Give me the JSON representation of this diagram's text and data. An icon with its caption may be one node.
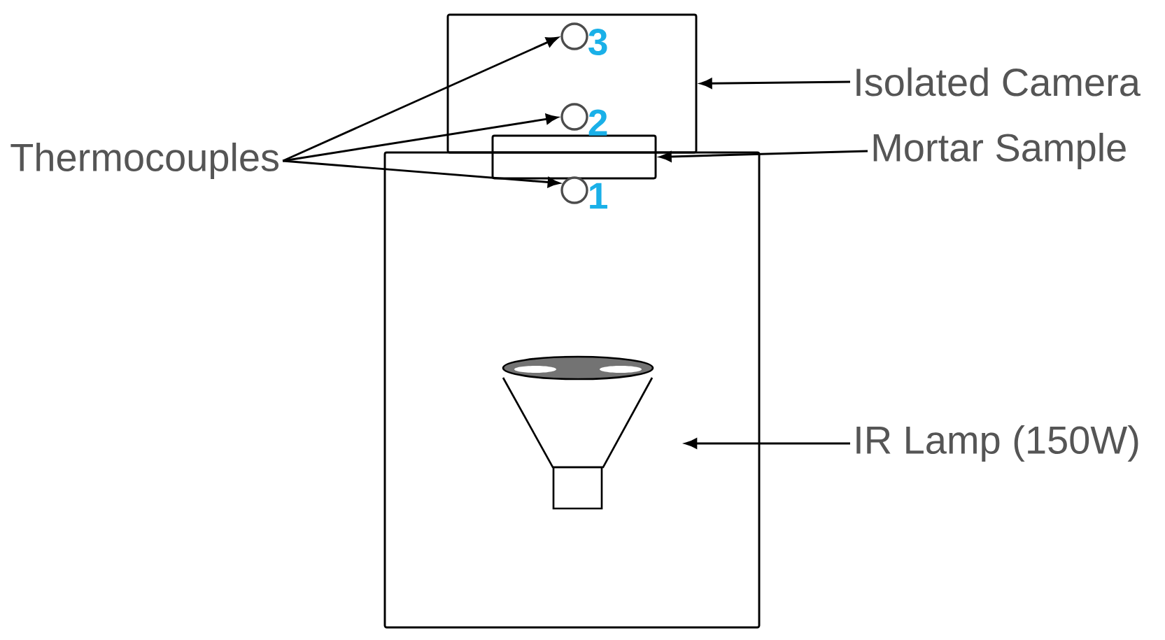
{
  "diagram": {
    "nodes": [
      {
        "text": [
          "Thermocouples"
        ]
      },
      {
        "text": [
          "Isolated Camera"
        ]
      },
      {
        "text": [
          "Mortar Sample"
        ]
      },
      {
        "text": [
          "IR Lamp (150W)"
        ]
      },
      {
        "text": [],
        "shape": "box"
      },
      {
        "text": [],
        "shape": "box"
      },
      {
        "text": [],
        "shape": "box"
      },
      {
        "text": [],
        "shape": "circle",
        "beside": [
          "3"
        ],
        "in": 4
      },
      {
        "text": [],
        "shape": "circle",
        "beside": [
          "2"
        ],
        "in": 4
      },
      {
        "text": [],
        "shape": "circle",
        "beside": [
          "1"
        ],
        "in": 5
      },
      {
        "text": [],
        "shape": "picture",
        "in": 5
      }
    ],
    "edges": [
      {
        "from": 0,
        "to": 7,
        "arrow": "to"
      },
      {
        "from": 0,
        "to": 8,
        "arrow": "to"
      },
      {
        "from": 0,
        "to": 9,
        "arrow": "to"
      },
      {
        "from": 1,
        "to": 4,
        "arrow": "to"
      },
      {
        "from": 2,
        "to": 6,
        "arrow": "to"
      },
      {
        "from": 3,
        "to": 10,
        "arrow": "to"
      }
    ]
  }
}
